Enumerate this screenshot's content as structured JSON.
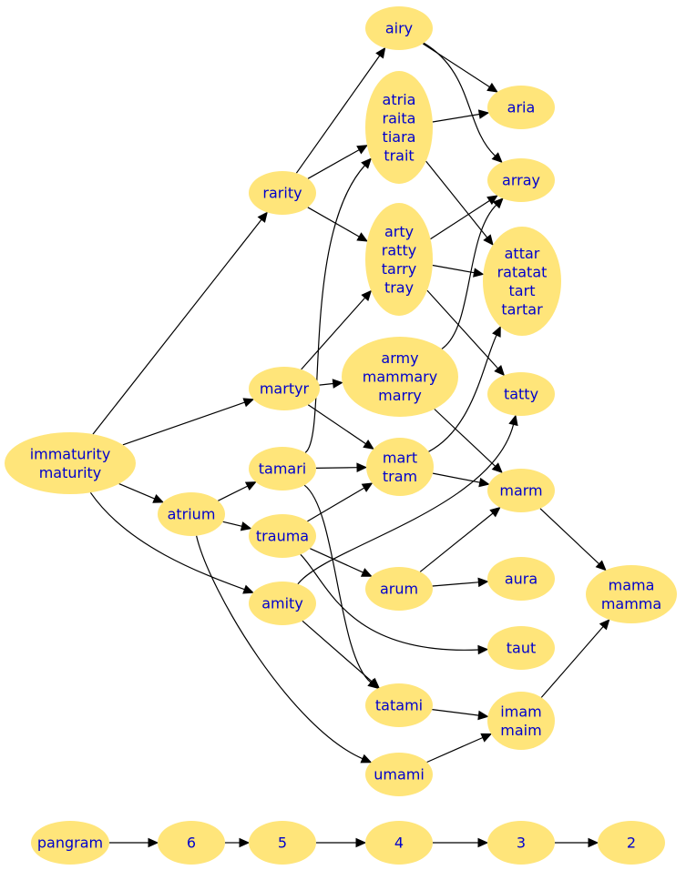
{
  "nodes": {
    "immaturity": [
      "immaturity",
      "maturity"
    ],
    "rarity": [
      "rarity"
    ],
    "airy": [
      "airy"
    ],
    "atria": [
      "atria",
      "raita",
      "tiara",
      "trait"
    ],
    "aria": [
      "aria"
    ],
    "array": [
      "array"
    ],
    "arty": [
      "arty",
      "ratty",
      "tarry",
      "tray"
    ],
    "attar": [
      "attar",
      "ratatat",
      "tart",
      "tartar"
    ],
    "martyr": [
      "martyr"
    ],
    "army": [
      "army",
      "mammary",
      "marry"
    ],
    "tatty": [
      "tatty"
    ],
    "atrium": [
      "atrium"
    ],
    "tamari": [
      "tamari"
    ],
    "mart": [
      "mart",
      "tram"
    ],
    "marm": [
      "marm"
    ],
    "trauma": [
      "trauma"
    ],
    "amity": [
      "amity"
    ],
    "arum": [
      "arum"
    ],
    "aura": [
      "aura"
    ],
    "mama": [
      "mama",
      "mamma"
    ],
    "taut": [
      "taut"
    ],
    "tatami": [
      "tatami"
    ],
    "imam": [
      "imam",
      "maim"
    ],
    "umami": [
      "umami"
    ],
    "pangram": [
      "pangram"
    ],
    "l6": [
      "6"
    ],
    "l5": [
      "5"
    ],
    "l4": [
      "4"
    ],
    "l3": [
      "3"
    ],
    "l2": [
      "2"
    ]
  },
  "edges": [
    [
      "immaturity",
      "rarity"
    ],
    [
      "immaturity",
      "martyr"
    ],
    [
      "immaturity",
      "atrium"
    ],
    [
      "immaturity",
      "amity"
    ],
    [
      "rarity",
      "airy"
    ],
    [
      "rarity",
      "atria"
    ],
    [
      "rarity",
      "arty"
    ],
    [
      "airy",
      "aria"
    ],
    [
      "airy",
      "array"
    ],
    [
      "atria",
      "aria"
    ],
    [
      "atria",
      "attar"
    ],
    [
      "arty",
      "array"
    ],
    [
      "arty",
      "attar"
    ],
    [
      "arty",
      "tatty"
    ],
    [
      "martyr",
      "arty"
    ],
    [
      "martyr",
      "army"
    ],
    [
      "martyr",
      "mart"
    ],
    [
      "army",
      "array"
    ],
    [
      "army",
      "marm"
    ],
    [
      "atrium",
      "tamari"
    ],
    [
      "atrium",
      "trauma"
    ],
    [
      "atrium",
      "umami"
    ],
    [
      "tamari",
      "atria"
    ],
    [
      "tamari",
      "mart"
    ],
    [
      "tamari",
      "tatami"
    ],
    [
      "trauma",
      "mart"
    ],
    [
      "trauma",
      "arum"
    ],
    [
      "trauma",
      "taut"
    ],
    [
      "amity",
      "tatty"
    ],
    [
      "amity",
      "tatami"
    ],
    [
      "mart",
      "attar"
    ],
    [
      "mart",
      "marm"
    ],
    [
      "arum",
      "marm"
    ],
    [
      "arum",
      "aura"
    ],
    [
      "marm",
      "mama"
    ],
    [
      "tatami",
      "imam"
    ],
    [
      "umami",
      "imam"
    ],
    [
      "imam",
      "mama"
    ],
    [
      "pangram",
      "l6"
    ],
    [
      "l6",
      "l5"
    ],
    [
      "l5",
      "l4"
    ],
    [
      "l4",
      "l3"
    ],
    [
      "l3",
      "l2"
    ]
  ]
}
